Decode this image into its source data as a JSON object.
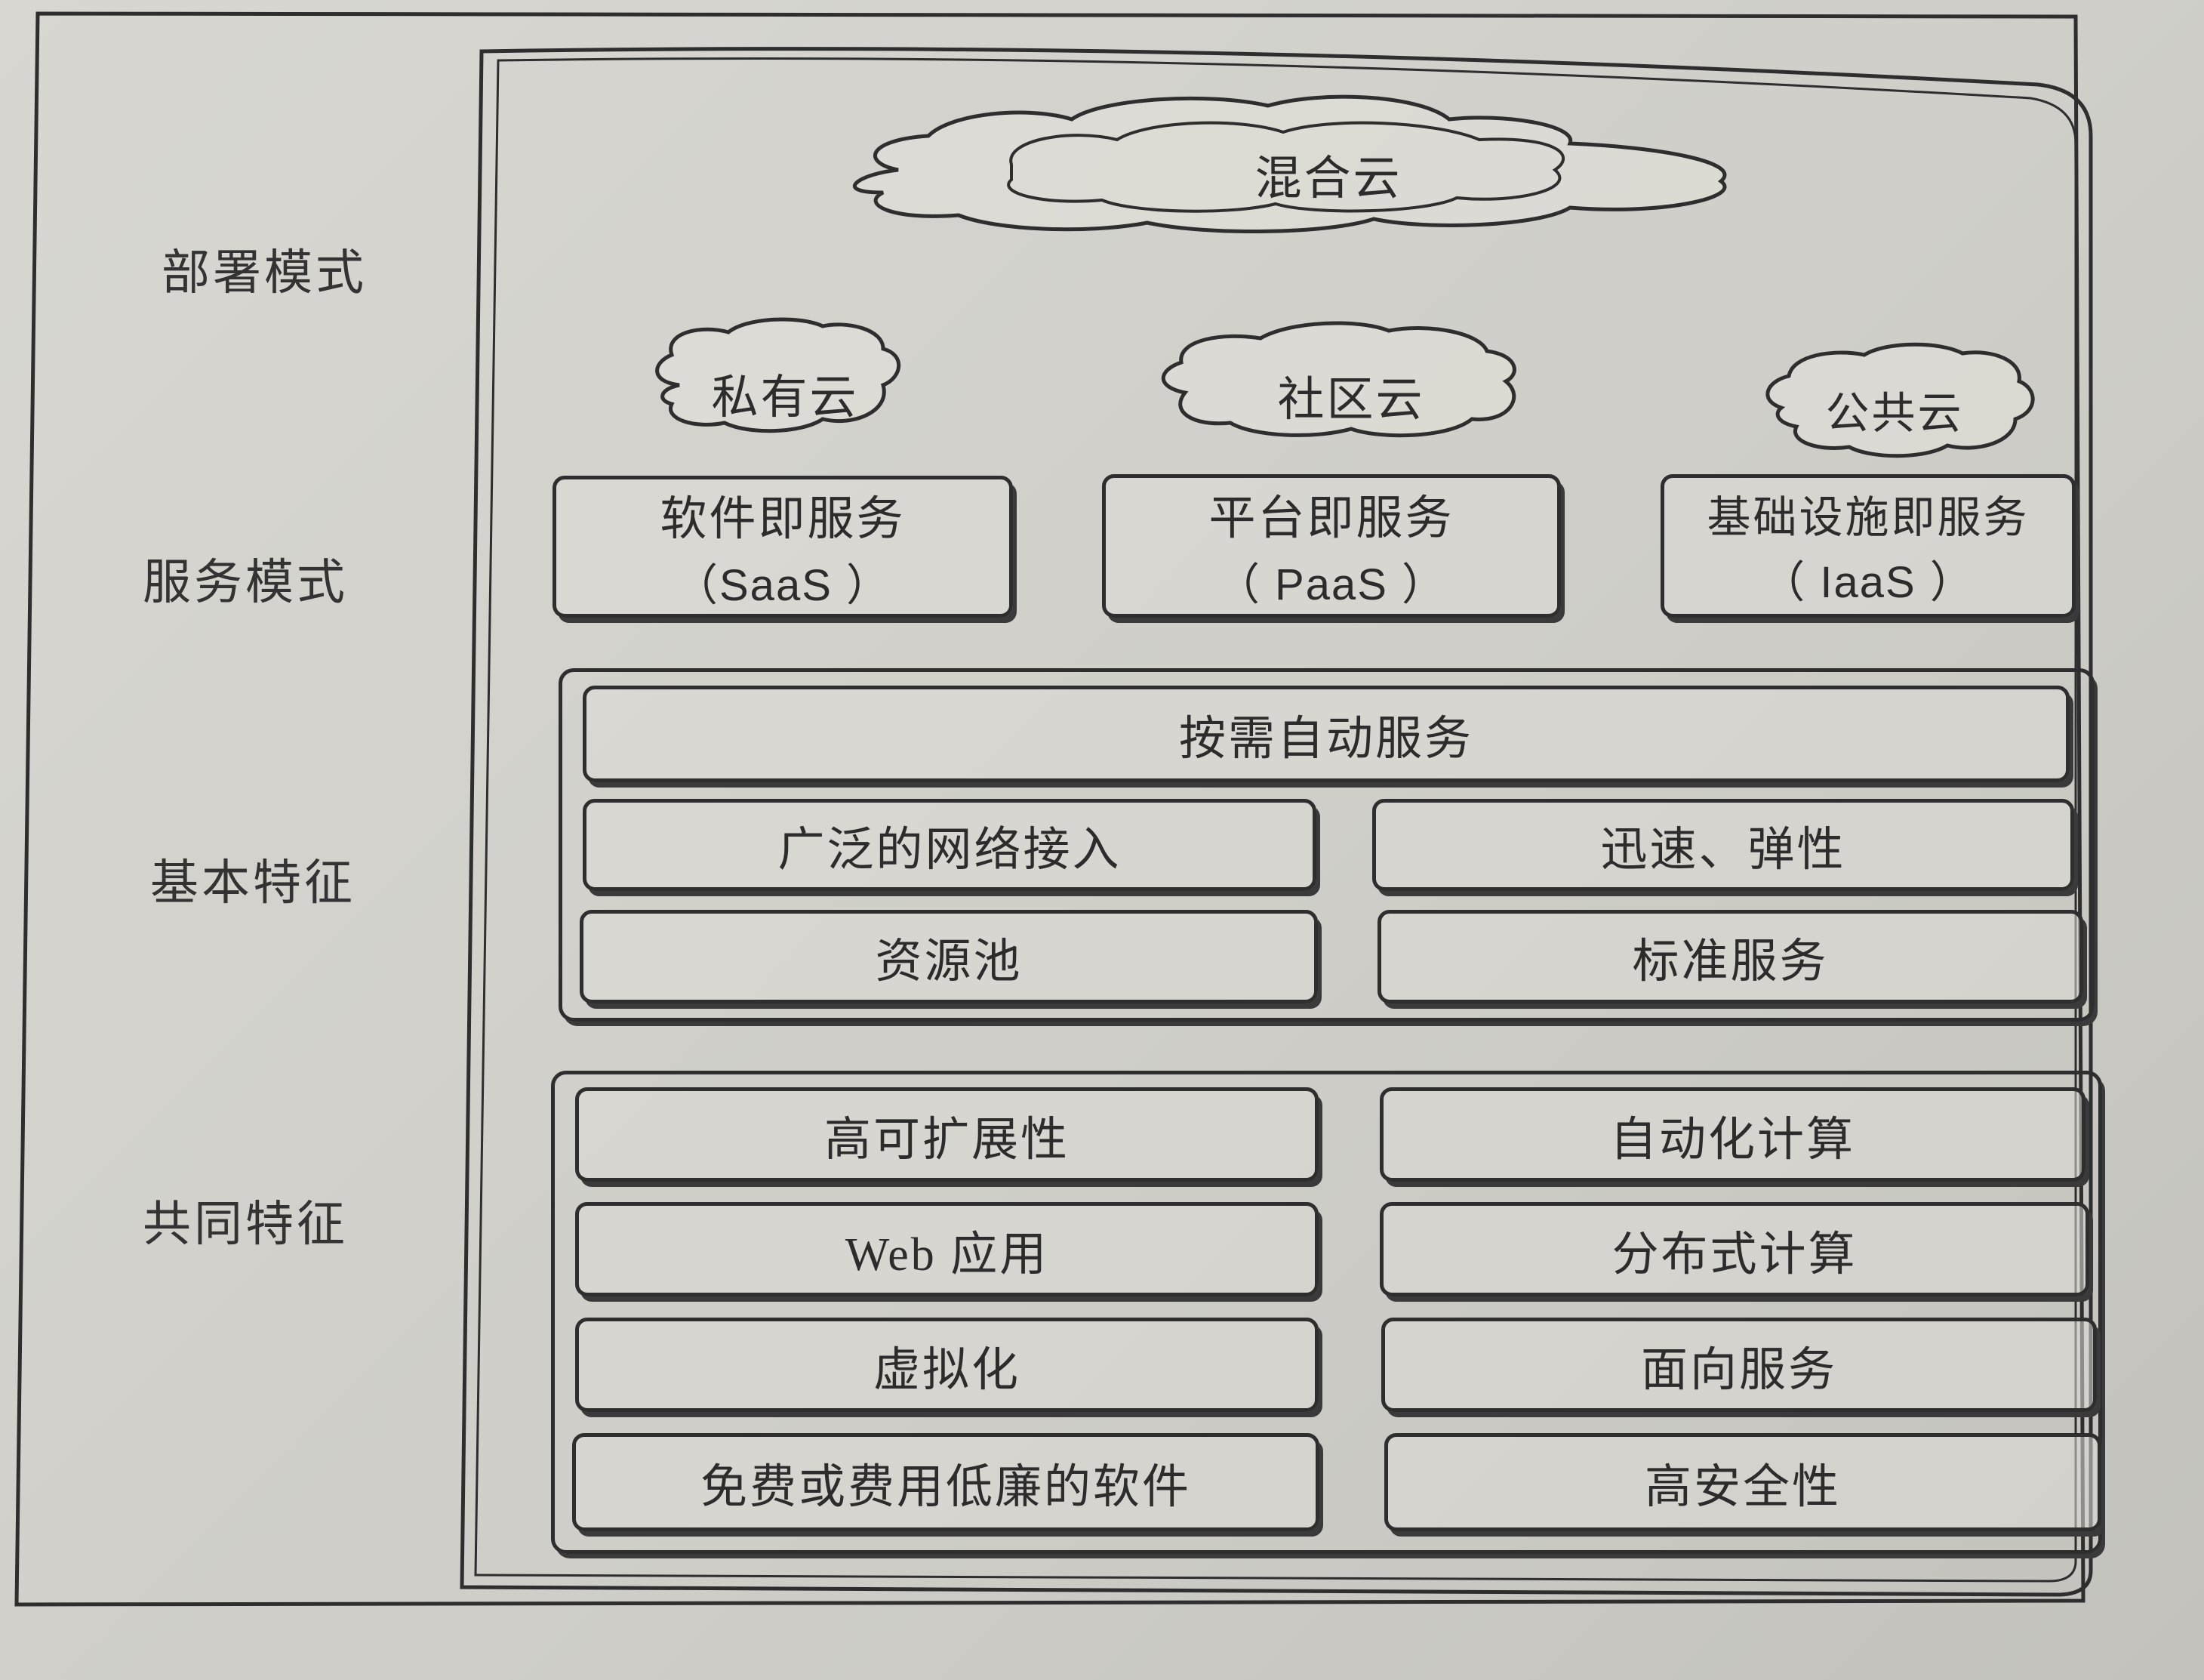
{
  "row_labels": {
    "deployment": "部署模式",
    "service": "服务模式",
    "basic": "基本特征",
    "common": "共同特征"
  },
  "deployment": {
    "hybrid": "混合云",
    "private": "私有云",
    "community": "社区云",
    "public": "公共云"
  },
  "service": {
    "saas": {
      "name": "软件即服务",
      "abbr": "（SaaS ）"
    },
    "paas": {
      "name": "平台即服务",
      "abbr": "（ PaaS ）"
    },
    "iaas": {
      "name": "基础设施即服务",
      "abbr": "（ IaaS ）"
    }
  },
  "basic": {
    "on_demand": "按需自动服务",
    "network": "广泛的网络接入",
    "elastic": "迅速、弹性",
    "pool": "资源池",
    "standard": "标准服务"
  },
  "common": {
    "scalable": "高可扩展性",
    "auto_compute": "自动化计算",
    "web": "Web  应用",
    "distributed": "分布式计算",
    "virtual": "虚拟化",
    "soa": "面向服务",
    "cheap": "免费或费用低廉的软件",
    "secure": "高安全性"
  }
}
